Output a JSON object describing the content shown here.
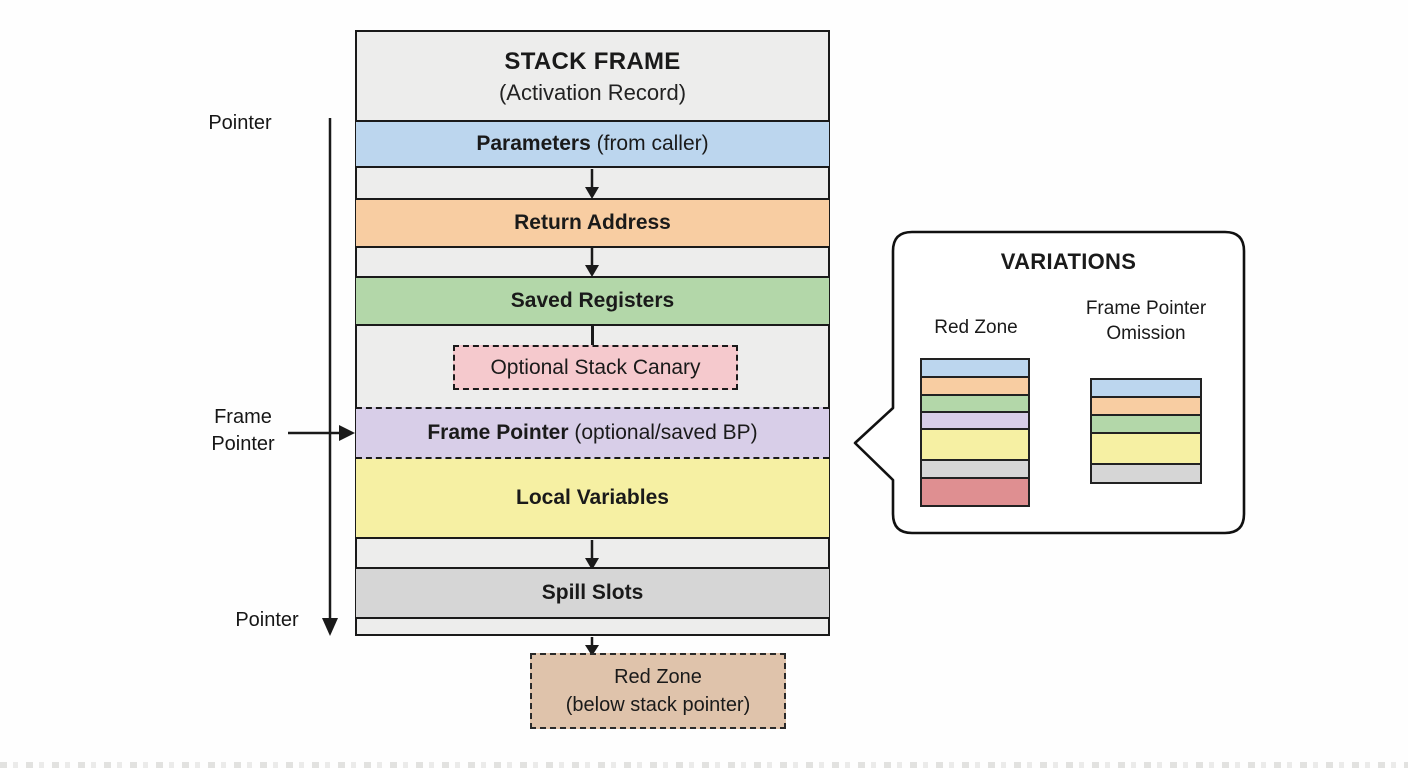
{
  "stack": {
    "header": {
      "title": "STACK FRAME",
      "subtitle": "(Activation Record)"
    },
    "rows": [
      {
        "bold": "Parameters",
        "rest": " (from caller)",
        "color": "#bcd6ee"
      },
      {
        "bold": "Return Address",
        "rest": "",
        "color": "#f8cda2"
      },
      {
        "bold": "Saved Registers",
        "rest": "",
        "color": "#b3d7a9"
      },
      {
        "bold": "Frame Pointer",
        "rest": " (optional/saved BP)",
        "color": "#d8cee8"
      },
      {
        "bold": "Local Variables",
        "rest": "",
        "color": "#f6f0a3"
      },
      {
        "bold": "Spill Slots",
        "rest": "",
        "color": "#d6d6d6"
      }
    ],
    "canary": {
      "label": "Optional Stack Canary",
      "color": "#f5c9cd"
    },
    "red_zone": {
      "line1": "Red Zone",
      "line2": "(below stack pointer)",
      "color": "#dfc3ab"
    }
  },
  "annotations": {
    "top_pointer": "Pointer",
    "frame_pointer_line1": "Frame",
    "frame_pointer_line2": "Pointer",
    "bottom_pointer": "Pointer"
  },
  "variations": {
    "title": "VARIATIONS",
    "columns": [
      {
        "label_line1": "Red Zone",
        "label_line2": "",
        "bars": [
          {
            "color": "#bcd6ee",
            "h": 20
          },
          {
            "color": "#f8cda2",
            "h": 20
          },
          {
            "color": "#b3d7a9",
            "h": 19
          },
          {
            "color": "#d8cee8",
            "h": 19
          },
          {
            "color": "#f6f0a3",
            "h": 33
          },
          {
            "color": "#d6d6d6",
            "h": 20
          },
          {
            "color": "#df8f91",
            "h": 30
          }
        ]
      },
      {
        "label_line1": "Frame Pointer",
        "label_line2": "Omission",
        "bars": [
          {
            "color": "#bcd6ee",
            "h": 20
          },
          {
            "color": "#f8cda2",
            "h": 20
          },
          {
            "color": "#b3d7a9",
            "h": 20
          },
          {
            "color": "#f6f0a3",
            "h": 33
          },
          {
            "color": "#d6d6d6",
            "h": 21
          }
        ]
      }
    ]
  },
  "colors": {
    "frame_background": "#ededec",
    "border": "#1a1a1a",
    "page_background": "#fefefe"
  }
}
